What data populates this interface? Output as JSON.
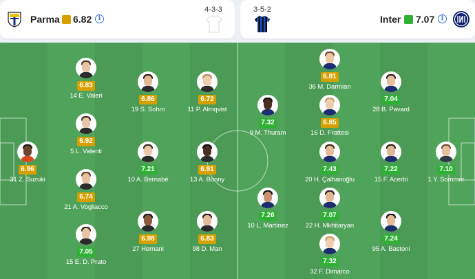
{
  "home": {
    "name": "Parma",
    "rating": "6.82",
    "rating_color": "#d6a100",
    "formation": "4-3-3",
    "crest_icon": "parma-crest-icon",
    "info_icon": "info-icon"
  },
  "away": {
    "name": "Inter",
    "rating": "7.07",
    "rating_color": "#2eb135",
    "formation": "3-5-2",
    "crest_icon": "inter-crest-icon",
    "info_icon": "info-icon"
  },
  "colors": {
    "pitch": "#50a35b",
    "pitch_stripe": "#4b9b56",
    "rating_yellow": "#d6a100",
    "rating_green": "#2eb135"
  },
  "players": [
    {
      "num": "14",
      "name": "E. Valeri",
      "rating": "6.83",
      "team": "home"
    },
    {
      "num": "19",
      "name": "S. Sohm",
      "rating": "6.86",
      "team": "home"
    },
    {
      "num": "11",
      "name": "P. Almqvist",
      "rating": "6.72",
      "team": "home"
    },
    {
      "num": "5",
      "name": "L. Valenti",
      "rating": "6.92",
      "team": "home"
    },
    {
      "num": "31",
      "name": "Z. Suzuki",
      "rating": "6.96",
      "team": "home"
    },
    {
      "num": "10",
      "name": "A. Bernabé",
      "rating": "7.21",
      "team": "home"
    },
    {
      "num": "13",
      "name": "A. Bonny",
      "rating": "6.91",
      "team": "home"
    },
    {
      "num": "21",
      "name": "A. Vogliacco",
      "rating": "6.74",
      "team": "home"
    },
    {
      "num": "27",
      "name": "Hernani",
      "rating": "6.98",
      "team": "home"
    },
    {
      "num": "98",
      "name": "D. Man",
      "rating": "6.83",
      "team": "home"
    },
    {
      "num": "15",
      "name": "E. D. Prato",
      "rating": "7.05",
      "team": "home"
    },
    {
      "num": "36",
      "name": "M. Darmian",
      "rating": "6.81",
      "team": "away"
    },
    {
      "num": "28",
      "name": "B. Pavard",
      "rating": "7.04",
      "team": "away"
    },
    {
      "num": "9",
      "name": "M. Thuram",
      "rating": "7.32",
      "team": "away"
    },
    {
      "num": "16",
      "name": "D. Frattesi",
      "rating": "6.85",
      "team": "away"
    },
    {
      "num": "20",
      "name": "H. Çalhanoğlu",
      "rating": "7.43",
      "team": "away"
    },
    {
      "num": "15",
      "name": "F. Acerbi",
      "rating": "7.22",
      "team": "away"
    },
    {
      "num": "1",
      "name": "Y. Sommer",
      "rating": "7.10",
      "team": "away"
    },
    {
      "num": "10",
      "name": "L. Martínez",
      "rating": "7.26",
      "team": "away"
    },
    {
      "num": "22",
      "name": "H. Mkhitaryan",
      "rating": "7.07",
      "team": "away"
    },
    {
      "num": "95",
      "name": "A. Bastoni",
      "rating": "7.24",
      "team": "away"
    },
    {
      "num": "32",
      "name": "F. Dimarco",
      "rating": "7.32",
      "team": "away"
    }
  ]
}
